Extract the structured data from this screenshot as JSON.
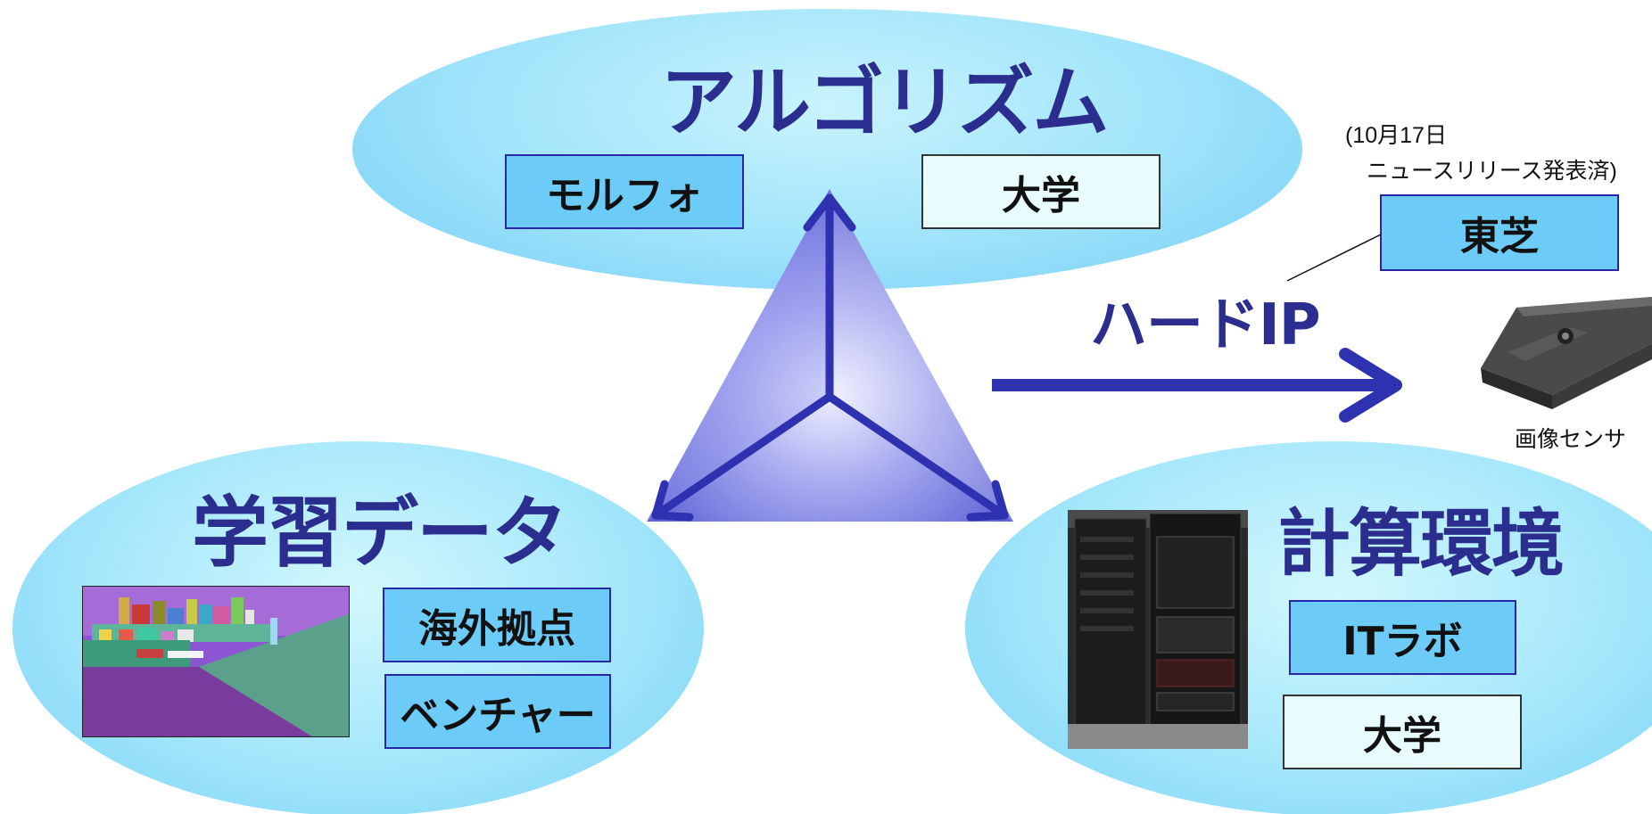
{
  "algorithm": {
    "title": "アルゴリズム",
    "boxes": [
      "モルフォ",
      "大学"
    ]
  },
  "learning_data": {
    "title": "学習データ",
    "boxes": [
      "海外拠点",
      "ベンチャー"
    ],
    "image": "segmentation-map-image"
  },
  "compute": {
    "title": "計算環境",
    "boxes": [
      "ITラボ",
      "大学"
    ],
    "image": "server-rack-photo"
  },
  "hard_ip": {
    "label": "ハードIP",
    "partner": "東芝",
    "note_line1": "(10月17日",
    "note_line2": "ニュースリリース発表済)",
    "device_caption": "画像センサ",
    "device_image": "image-sensor-photo"
  },
  "colors": {
    "title": "#2b2e8e",
    "arrow": "#2e31b0",
    "box_blue": "#6cccf7",
    "box_pale": "#e8fcfe",
    "ellipse": "#a4e7fb"
  }
}
